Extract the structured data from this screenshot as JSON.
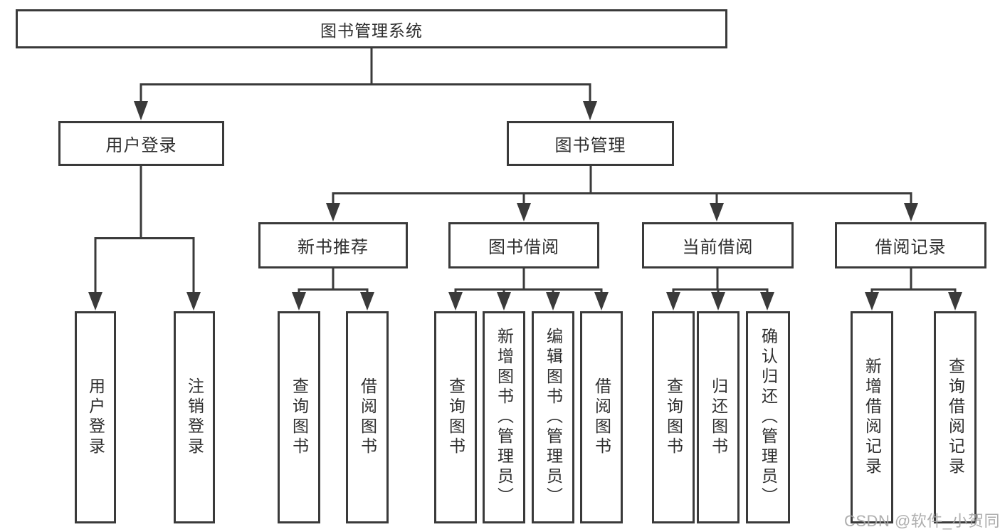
{
  "diagram_title": "图书管理系统",
  "colors": {
    "line": "#3a3a3a",
    "text": "#2e2e2e",
    "background": "#ffffff",
    "watermark": "#a5a5a5"
  },
  "tree": {
    "root": "图书管理系统",
    "branches": [
      {
        "label": "用户登录",
        "children": [
          "用户登录",
          "注销登录"
        ]
      },
      {
        "label": "图书管理",
        "sections": [
          {
            "label": "新书推荐",
            "children": [
              "查询图书",
              "借阅图书"
            ]
          },
          {
            "label": "图书借阅",
            "children": [
              "查询图书",
              "新增图书（管理员）",
              "编辑图书（管理员）",
              "借阅图书"
            ]
          },
          {
            "label": "当前借阅",
            "children": [
              "查询图书",
              "归还图书",
              "确认归还（管理员）"
            ]
          },
          {
            "label": "借阅记录",
            "children": [
              "新增借阅记录",
              "查询借阅记录"
            ]
          }
        ]
      }
    ]
  },
  "watermark": {
    "text": "CSDN @软件_小贺同学"
  }
}
